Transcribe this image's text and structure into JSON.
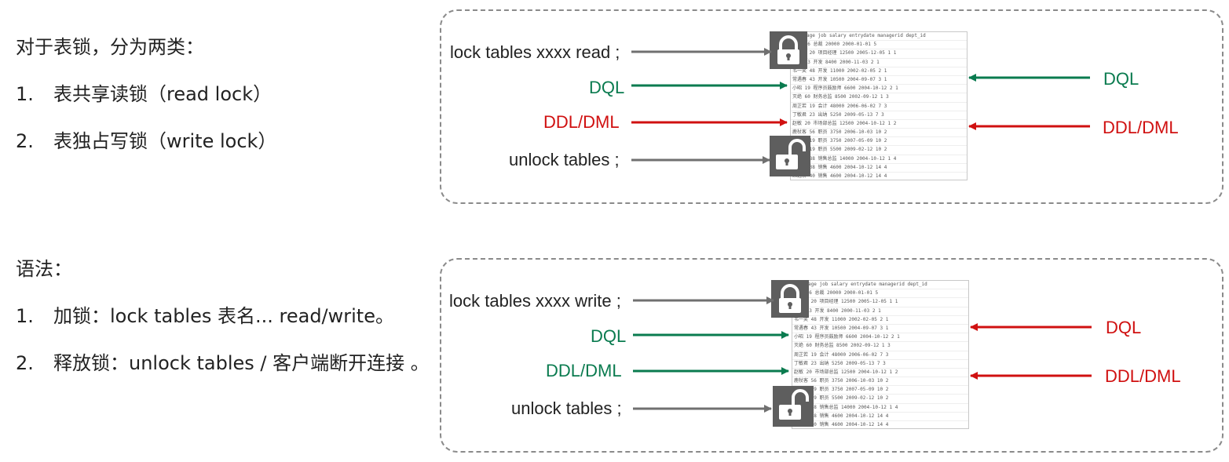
{
  "intro": {
    "heading": "对于表锁，分为两类：",
    "items": [
      {
        "num": "1.",
        "text": "表共享读锁（read lock）"
      },
      {
        "num": "2.",
        "text": "表独占写锁（write lock）"
      }
    ]
  },
  "syntax": {
    "heading": "语法：",
    "items": [
      {
        "num": "1.",
        "text": "加锁：lock tables  表名...  read/write。"
      },
      {
        "num": "2.",
        "text": "释放锁：unlock  tables / 客户端断开连接  。"
      }
    ]
  },
  "read_panel": {
    "lock_cmd": "lock tables xxxx read ;",
    "dql_left": "DQL",
    "ddl_left": "DDL/DML",
    "unlock_cmd": "unlock tables ;",
    "dql_right": "DQL",
    "ddl_right": "DDL/DML"
  },
  "write_panel": {
    "lock_cmd": "lock tables xxxx write ;",
    "dql_left": "DQL",
    "ddl_left": "DDL/DML",
    "unlock_cmd": "unlock tables ;",
    "dql_right": "DQL",
    "ddl_right": "DDL/DML"
  },
  "table_thumbnail": {
    "header": "name   age   job    salary entrydate  managerid dept_id",
    "rows": [
      "金庸     66 总裁      20000 2000-01-01          5",
      "张无忌   20 项目经理  12500 2005-12-05   1      1",
      "杨逍     33 开发       8400 2000-11-03   2      1",
      "韦一笑   48 开发      11000 2002-02-05   2      1",
      "常遇春   43 开发      10500 2004-09-07   3      1",
      "小昭     19 程序员鼓励师 6600 2004-10-12  2      1",
      "灭绝     60 财务总监   8500 2002-09-12   1      3",
      "周芷若   19 会计      48000 2006-06-02   7      3",
      "丁敏君   23 出纳       5250 2009-05-13   7      3",
      "赵敏     20 市场部总监 12500 2004-10-12   1      2",
      "鹿杖客   56 职员       3750 2006-10-03  10      2",
      "鹤笔翁   19 职员       3750 2007-05-09  10      2",
      "方东白   19 职员       5500 2009-02-12  10      2",
      "张三丰   88 销售总监  14000 2004-10-12   1      4",
      "俞莲舟   38 销售       4600 2004-10-12  14      4",
      "宋远桥   40 销售       4600 2004-10-12  14      4"
    ]
  },
  "colors": {
    "green": "#0a7b4f",
    "red": "#d01010",
    "gray": "#707070"
  }
}
